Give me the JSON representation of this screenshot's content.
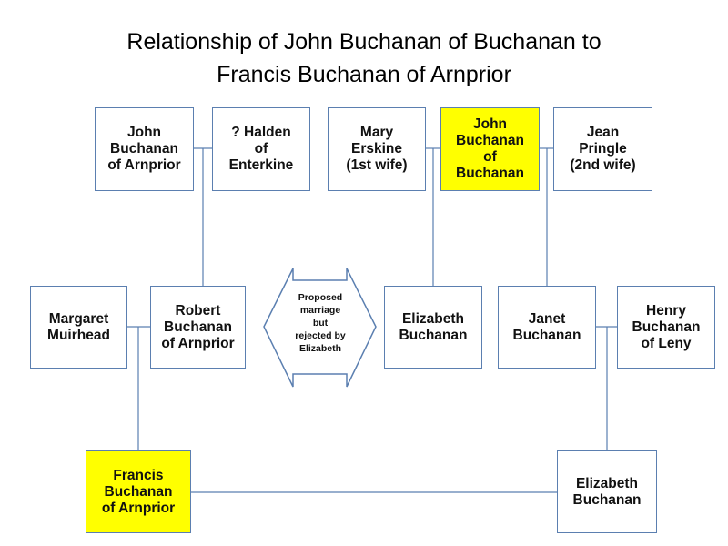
{
  "title": {
    "line1": "Relationship of John Buchanan of Buchanan to",
    "line2": "Francis Buchanan of Arnprior"
  },
  "people": {
    "john_arnprior": "John\nBuchanan\nof Arnprior",
    "halden": "? Halden\nof\nEnterkine",
    "mary": "Mary\nErskine\n(1st wife)",
    "john_buchanan": "John\nBuchanan\nof\nBuchanan",
    "jean": "Jean\nPringle\n(2nd wife)",
    "margaret": "Margaret\nMuirhead",
    "robert": "Robert\nBuchanan\nof Arnprior",
    "elizabeth_mid": "Elizabeth\nBuchanan",
    "janet": "Janet\nBuchanan",
    "henry": "Henry\nBuchanan\nof Leny",
    "francis": "Francis\nBuchanan\nof Arnprior",
    "elizabeth_bottom": "Elizabeth\nBuchanan"
  },
  "proposal_label": "Proposed\nmarriage\nbut\nrejected by\nElizabeth",
  "colors": {
    "box_border": "#5b7fb0",
    "line": "#5b7fb0",
    "highlight": "#ffff00"
  }
}
